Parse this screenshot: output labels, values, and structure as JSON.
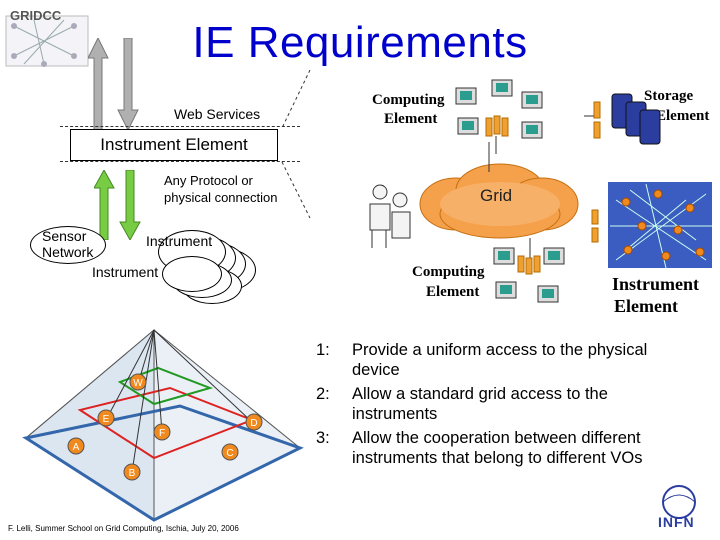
{
  "logo_text": "GRIDCC",
  "title": "IE Requirements",
  "labels": {
    "web_services": "Web Services",
    "instrument_element": "Instrument Element",
    "any_protocol_line1": "Any Protocol or",
    "any_protocol_line2": "physical connection",
    "sensor_line1": "Sensor",
    "sensor_line2": "Network",
    "instrument_a": "Instrument",
    "instrument_b": "Instrument",
    "computing_top_1": "Computing",
    "computing_top_2": "Element",
    "storage_1": "Storage",
    "storage_2": "Element",
    "grid": "Grid",
    "computing_bottom_1": "Computing",
    "computing_bottom_2": "Element",
    "instrument_right_1": "Instrument",
    "instrument_right_2": "Element"
  },
  "pyramid_nodes": [
    "W",
    "E",
    "F",
    "D",
    "A",
    "C",
    "B"
  ],
  "requirements": [
    {
      "num": "1:",
      "line1": "Provide a uniform access to the physical",
      "line2": "device"
    },
    {
      "num": "2:",
      "line1": "Allow a standard grid access to the",
      "line2": "instruments"
    },
    {
      "num": "3:",
      "line1": "Allow the cooperation between different",
      "line2": "instruments that belong to different VOs"
    }
  ],
  "infn_logo": "INFN",
  "footer": "F. Lelli, Summer School on Grid Computing, Ischia, July 20, 2006",
  "colors": {
    "title": "#0000cc",
    "arrow_gray": "#a0a0a0",
    "arrow_green": "#66cc33",
    "grid_cloud": "#f5a04a",
    "node_orange": "#f08a1e",
    "pyramid_blue": "#3366aa"
  }
}
